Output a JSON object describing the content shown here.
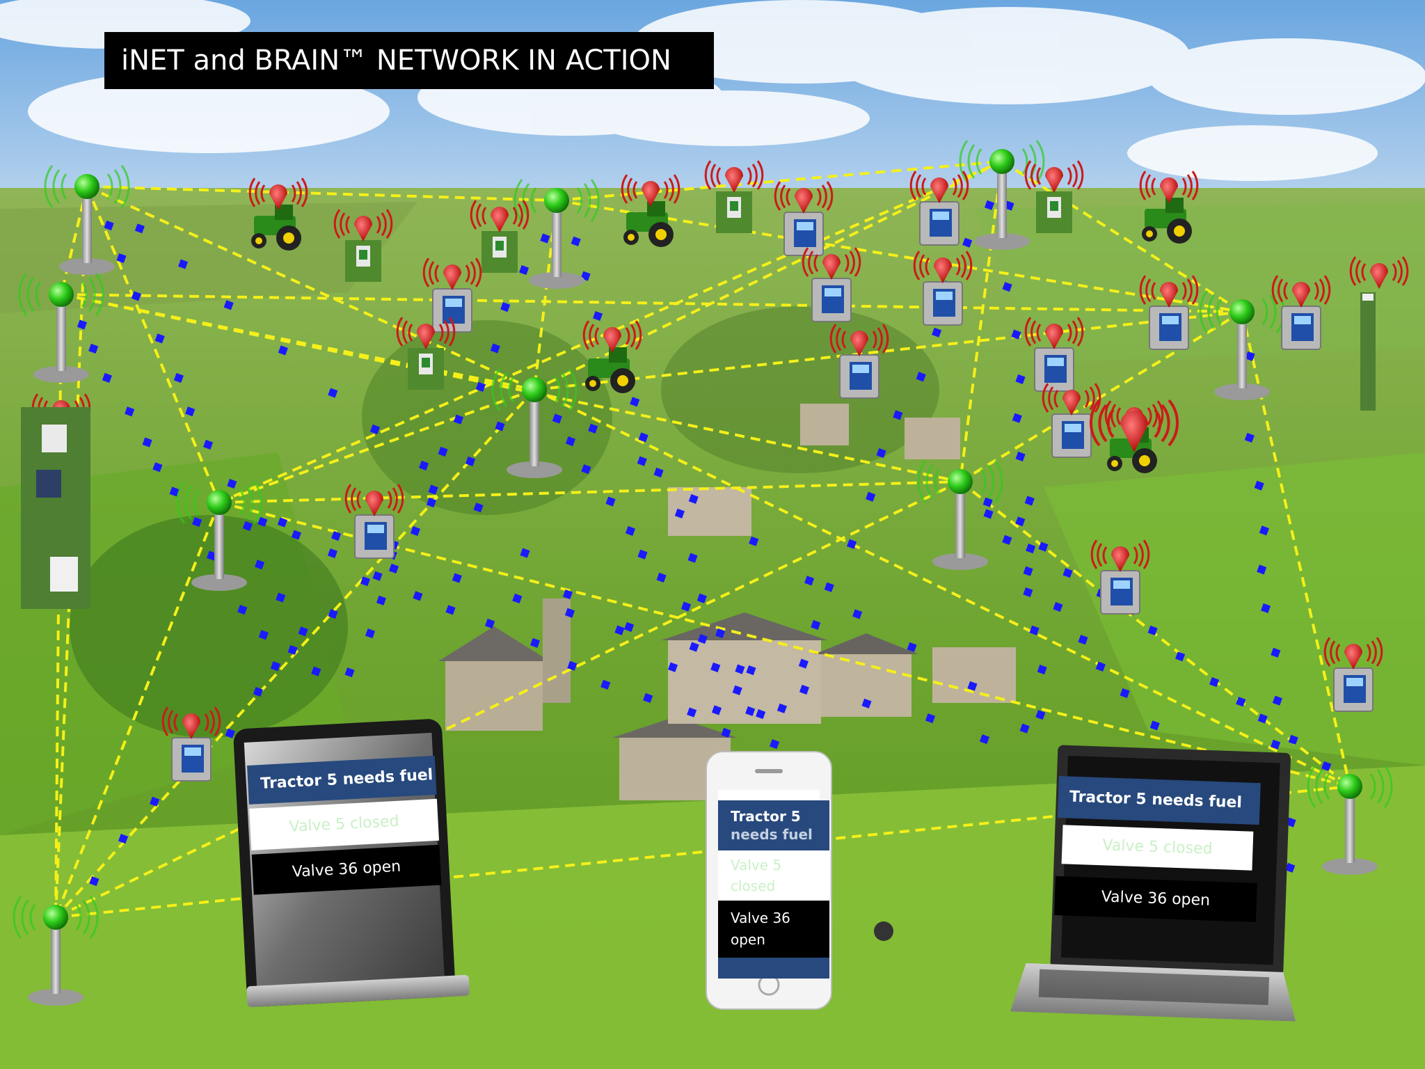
{
  "title": "iNET and BRAIN™ NETWORK IN ACTION",
  "tablet": {
    "msg1": "Tractor 5 needs fuel",
    "msg2": "Valve 5 closed",
    "msg3": "Valve 36 open"
  },
  "phone": {
    "msg1_line1": "Tractor 5",
    "msg1_line2": "needs fuel",
    "msg2_line1": "Valve 5",
    "msg2_line2": "closed",
    "msg3_line1": "Valve 36",
    "msg3_line2": "open"
  },
  "laptop": {
    "msg1": "Tractor 5 needs fuel",
    "msg2": "Valve 5 closed",
    "msg3": "Valve 36 open"
  },
  "colors": {
    "mesh_link": "#f5f01a",
    "data_packet": "#1a1aff",
    "node_light": "#2ecc1a",
    "message_alert": "#27497d",
    "radio_signal": "#cc1a1a"
  },
  "icons": [
    "tower-node-icon",
    "radio-signal-icon",
    "tractor-icon",
    "controller-box-icon",
    "sensor-station-icon"
  ]
}
